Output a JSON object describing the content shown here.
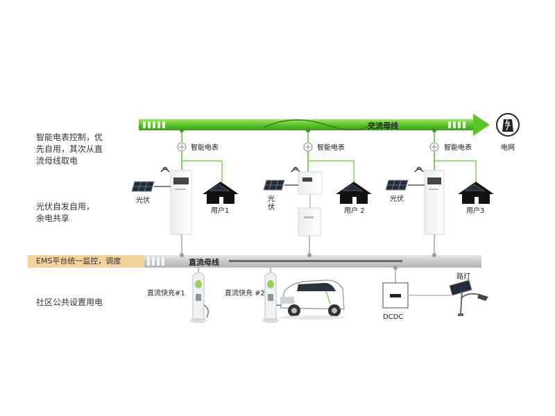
{
  "side_notes": {
    "note1": [
      "智能电表控制，优",
      "先自用，其次从直",
      "流母线取电"
    ],
    "note2": [
      "光伏自发自用，",
      "余电共享"
    ],
    "note3": "EMS平台统一监控，调度",
    "note4": "社区公共设置用电"
  },
  "ac_bus": {
    "label": "交流母线",
    "grid_label": "电网"
  },
  "dc_bus": {
    "label": "直流母线"
  },
  "meters": [
    "智能电表",
    "智能电表",
    "智能电表"
  ],
  "households": [
    {
      "pv_label": "光伏",
      "home_label": "用户1"
    },
    {
      "pv_label": "光\n伏",
      "home_label": "用户 2"
    },
    {
      "pv_label": "光伏",
      "home_label": "用户3"
    }
  ],
  "loads": {
    "charger1": "直流快充#1",
    "charger2": "直流快充 #2",
    "dcdc": "DCDC",
    "streetlight": "路灯"
  },
  "colors": {
    "ac_bus": "#6fcf2f",
    "ac_bus_dark": "#3c9a1a",
    "dc_bus": "#d3d3d3",
    "ems_band": "#f3d29b",
    "wire_green": "#7fd35a"
  }
}
